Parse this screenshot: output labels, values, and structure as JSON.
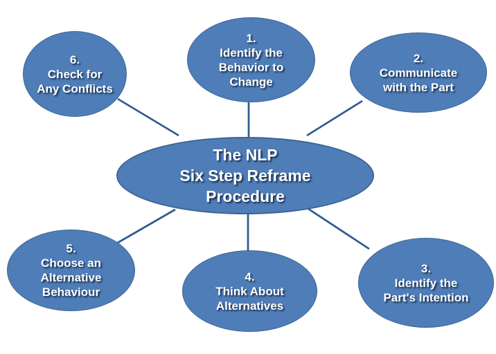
{
  "diagram": {
    "colors": {
      "background": "#ffffff",
      "node_fill": "#4f7db8",
      "node_border": "#3a6593",
      "connector": "#2f5c8f",
      "text": "#ffffff"
    },
    "center": {
      "lines": [
        "The NLP",
        "Six Step Reframe",
        "Procedure"
      ]
    },
    "nodes": [
      {
        "number": "1.",
        "label_lines": [
          "Identify the",
          "Behavior to",
          "Change"
        ]
      },
      {
        "number": "2.",
        "label_lines": [
          "Communicate",
          "with the Part"
        ]
      },
      {
        "number": "3.",
        "label_lines": [
          "Identify the",
          "Part's Intention"
        ]
      },
      {
        "number": "4.",
        "label_lines": [
          "Think About",
          "Alternatives"
        ]
      },
      {
        "number": "5.",
        "label_lines": [
          "Choose an",
          "Alternative",
          "Behaviour"
        ]
      },
      {
        "number": "6.",
        "label_lines": [
          "Check for",
          "Any Conflicts"
        ]
      }
    ]
  }
}
